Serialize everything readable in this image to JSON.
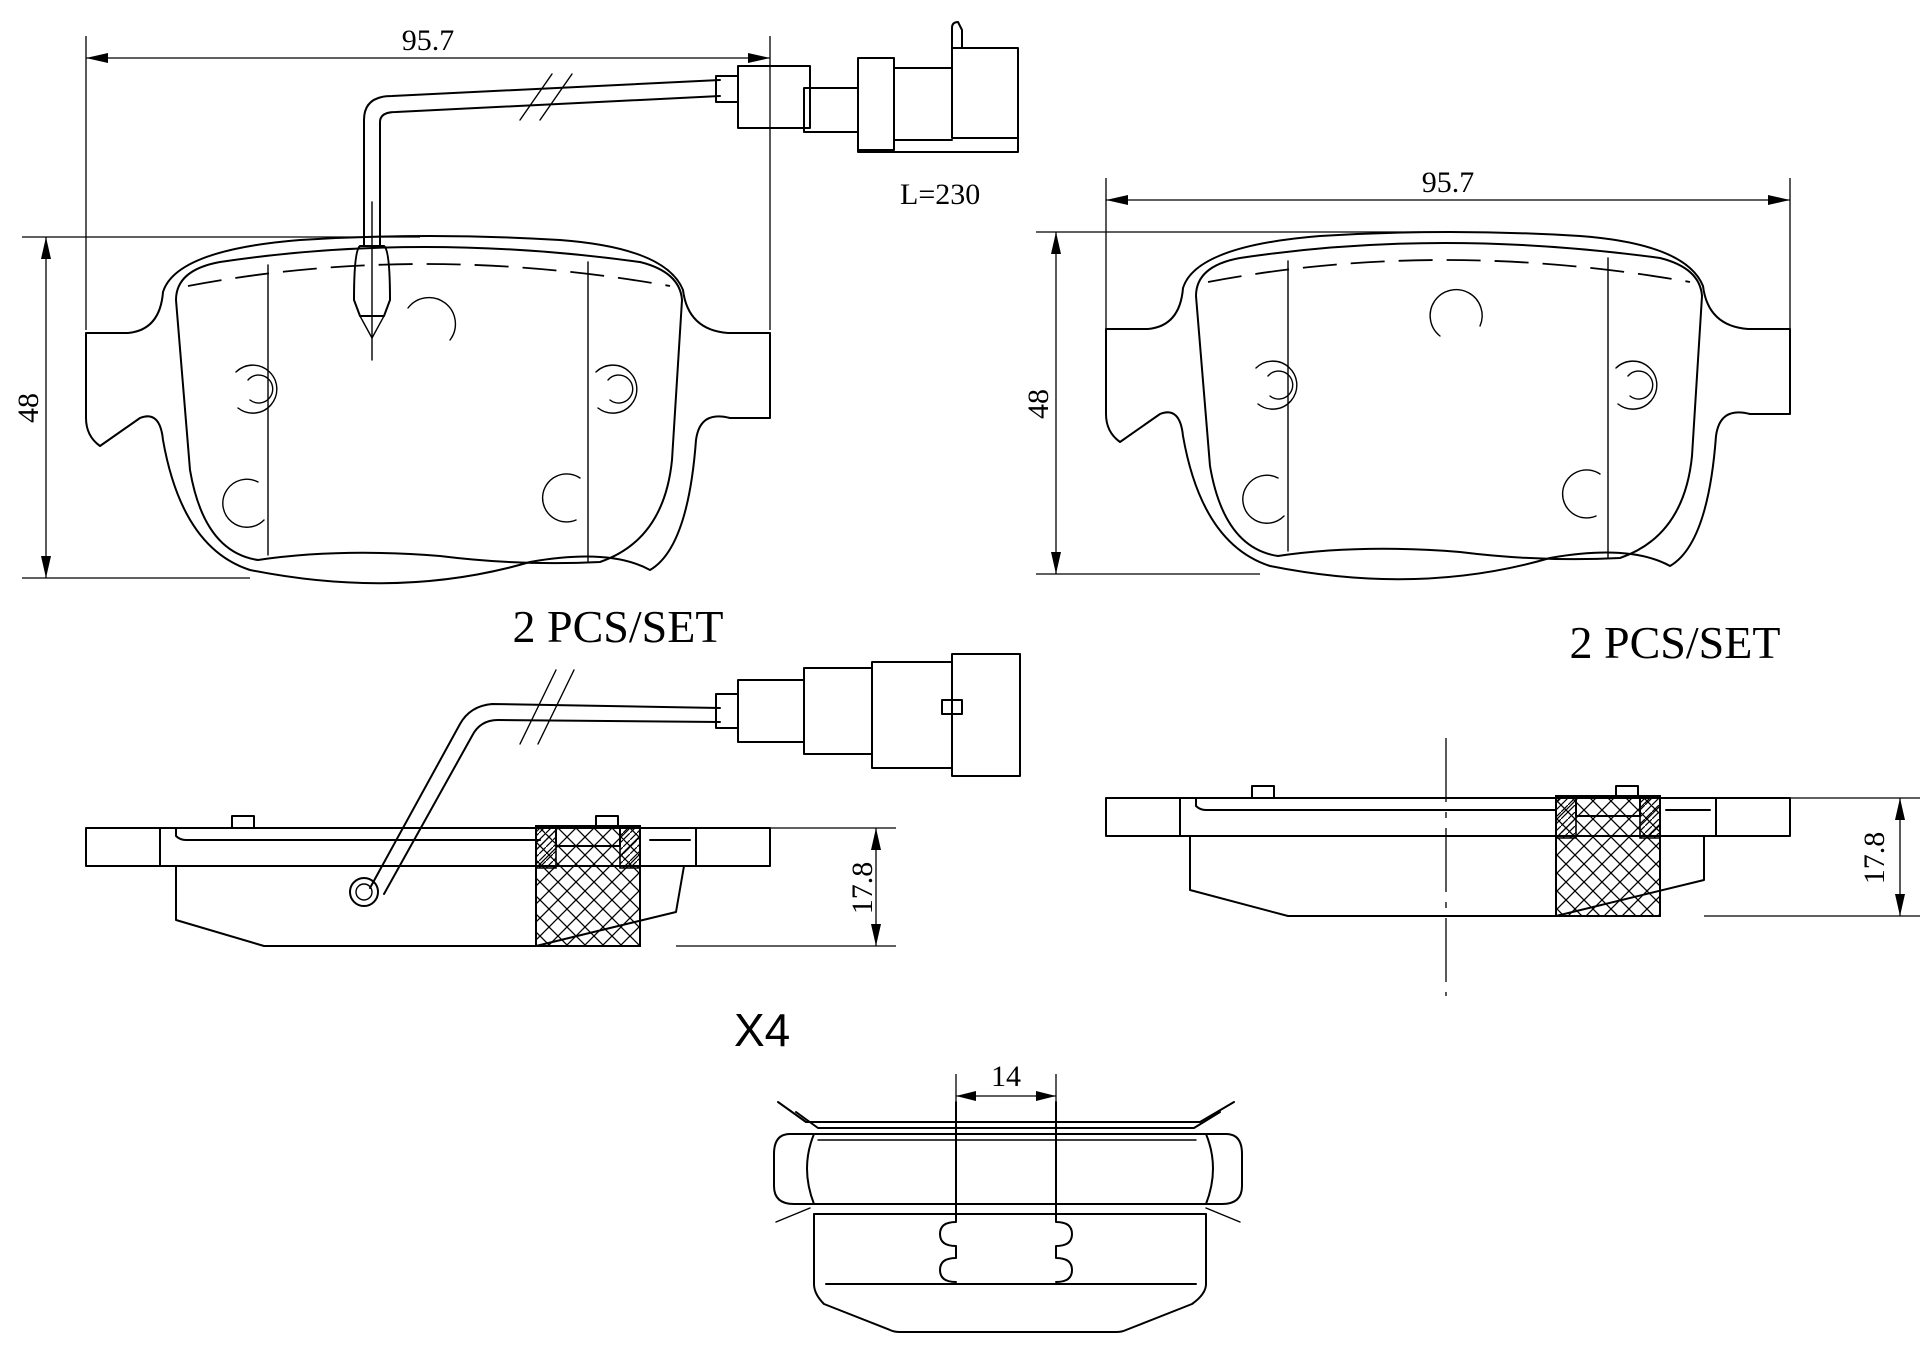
{
  "colors": {
    "line": "#000000",
    "background": "#ffffff"
  },
  "left_pad": {
    "width_label": "95.7",
    "height_label": "48",
    "wire_length_label": "L=230",
    "set_label": "2 PCS/SET",
    "thickness_label": "17.8"
  },
  "right_pad": {
    "width_label": "95.7",
    "height_label": "48",
    "set_label": "2 PCS/SET",
    "thickness_label": "17.8"
  },
  "clip": {
    "quantity_label": "X4",
    "width_label": "14"
  }
}
